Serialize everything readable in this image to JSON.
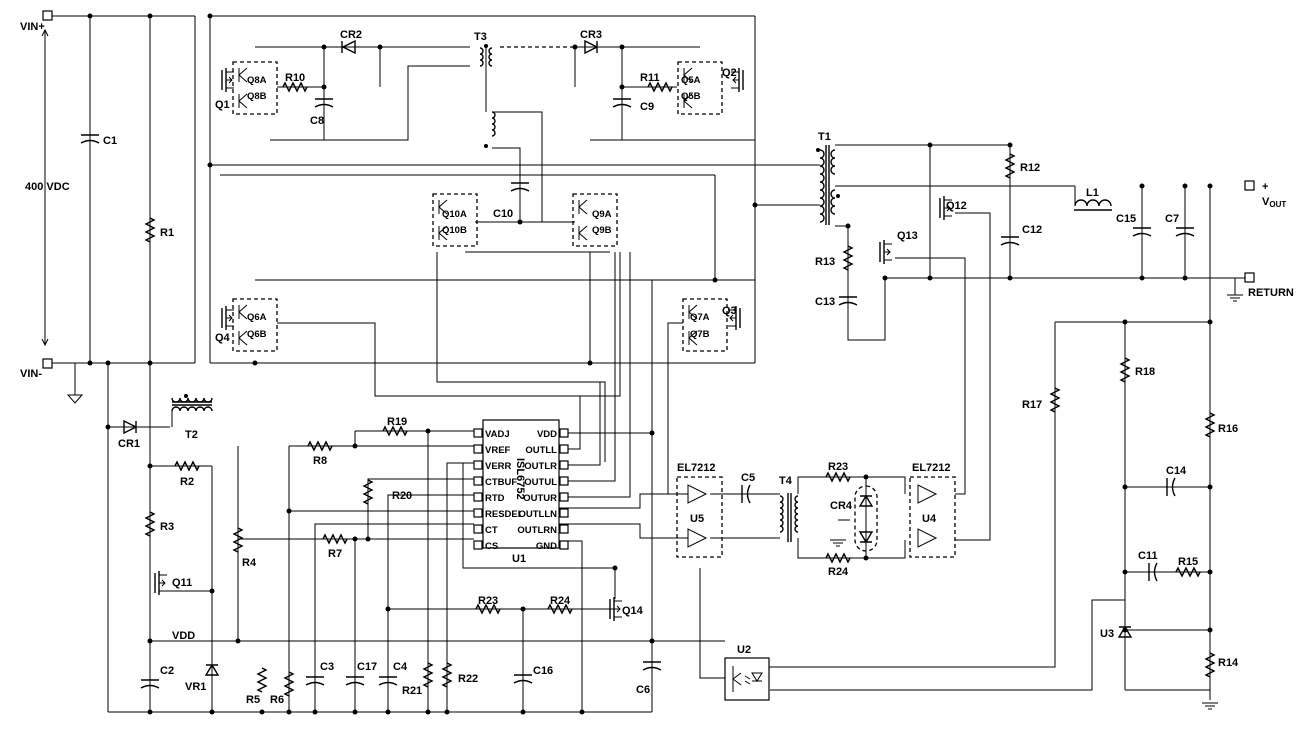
{
  "labels": {
    "vin_plus": "VIN+",
    "vin_minus": "VIN-",
    "vin_dc": "400 VDC",
    "vout_plus": "+",
    "vout": "V",
    "vout_sub": "OUT",
    "return": "RETURN",
    "vdd": "VDD"
  },
  "components": {
    "C1": "C1",
    "C2": "C2",
    "C3": "C3",
    "C4": "C4",
    "C5": "C5",
    "C6": "C6",
    "C7": "C7",
    "C8": "C8",
    "C9": "C9",
    "C10": "C10",
    "C11": "C11",
    "C12": "C12",
    "C13": "C13",
    "C14": "C14",
    "C15": "C15",
    "C16": "C16",
    "C17": "C17",
    "R1": "R1",
    "R2": "R2",
    "R3": "R3",
    "R4": "R4",
    "R5": "R5",
    "R6": "R6",
    "R7": "R7",
    "R8": "R8",
    "R10": "R10",
    "R11": "R11",
    "R12": "R12",
    "R13": "R13",
    "R14": "R14",
    "R15": "R15",
    "R16": "R16",
    "R17": "R17",
    "R18": "R18",
    "R19": "R19",
    "R20": "R20",
    "R21": "R21",
    "R22": "R22",
    "R23a": "R23",
    "R23b": "R23",
    "R24a": "R24",
    "R24b": "R24",
    "CR1": "CR1",
    "CR2": "CR2",
    "CR3": "CR3",
    "CR4": "CR4",
    "VR1": "VR1",
    "T1": "T1",
    "T2": "T2",
    "T3": "T3",
    "T4": "T4",
    "L1": "L1",
    "Q1": "Q1",
    "Q2": "Q2",
    "Q3": "Q3",
    "Q4": "Q4",
    "Q11": "Q11",
    "Q12": "Q12",
    "Q13": "Q13",
    "Q14": "Q14",
    "Q8A": "Q8A",
    "Q8B": "Q8B",
    "Q5A": "Q5A",
    "Q5B": "Q5B",
    "Q6A": "Q6A",
    "Q6B": "Q6B",
    "Q7A": "Q7A",
    "Q7B": "Q7B",
    "Q10A": "Q10A",
    "Q10B": "Q10B",
    "Q9A": "Q9A",
    "Q9B": "Q9B",
    "U1": "U1",
    "U2": "U2",
    "U3": "U3",
    "U4": "U4",
    "U5": "U5",
    "EL1": "EL7212",
    "EL2": "EL7212"
  },
  "u1": {
    "part": "ISL6752",
    "left_pins": [
      "VADJ",
      "VREF",
      "VERR",
      "CTBUF",
      "RTD",
      "RESDEL",
      "CT",
      "CS"
    ],
    "right_pins": [
      "VDD",
      "OUTLL",
      "OUTLR",
      "OUTUL",
      "OUTUR",
      "OUTLLN",
      "OUTLRN",
      "GND"
    ]
  }
}
